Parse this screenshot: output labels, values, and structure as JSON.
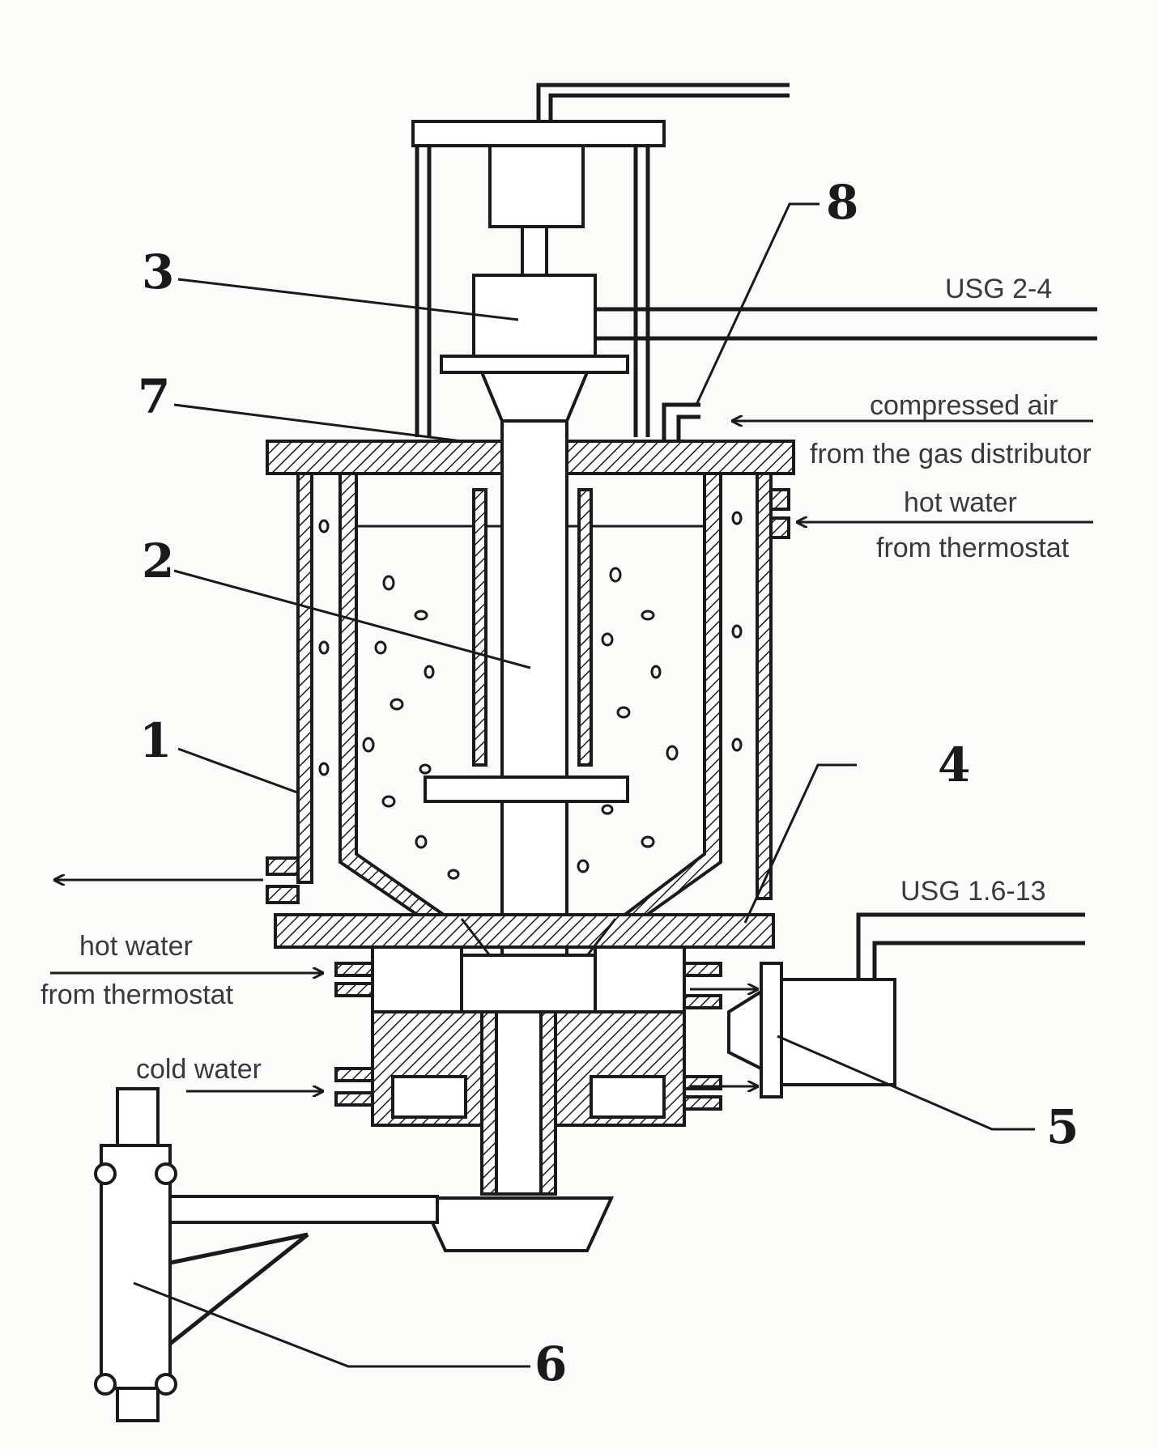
{
  "labels": {
    "n1": "1",
    "n2": "2",
    "n3": "3",
    "n4": "4",
    "n5": "5",
    "n6": "6",
    "n7": "7",
    "n8": "8"
  },
  "captions": {
    "usg_top": "USG 2-4",
    "compressed_air": "compressed air",
    "from_gas_distributor": "from the gas distributor",
    "hot_water_right_1": "hot water",
    "hot_water_right_2": "from thermostat",
    "usg_bottom": "USG 1.6-13",
    "hot_water_left_1": "hot water",
    "hot_water_left_2": "from thermostat",
    "cold_water": "cold water"
  }
}
